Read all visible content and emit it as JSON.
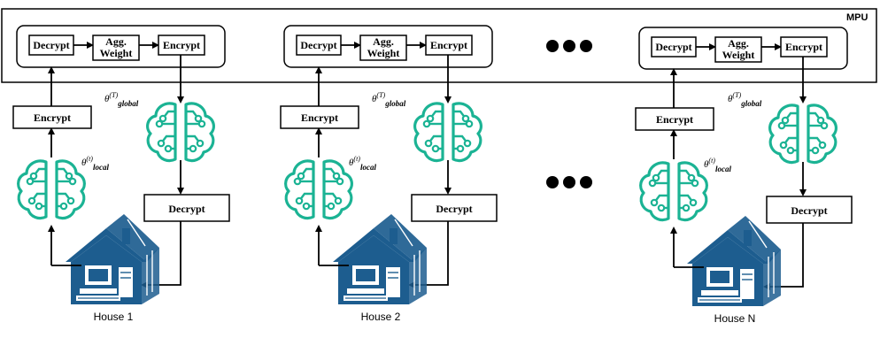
{
  "mpu": {
    "label": "MPU"
  },
  "labels": {
    "decrypt": "Decrypt",
    "agg_weight_line1": "Agg.",
    "agg_weight_line2": "Weight",
    "encrypt": "Encrypt",
    "theta_symbol": "θ",
    "global_sup": "(T)",
    "global_sub": "global",
    "local_sup": "(t)",
    "local_sub": "local"
  },
  "houses": [
    {
      "name": "House 1"
    },
    {
      "name": "House 2"
    },
    {
      "name": "House N"
    }
  ],
  "colors": {
    "brain": "#1bb394",
    "house": "#1d5d8f",
    "line": "#000000"
  }
}
